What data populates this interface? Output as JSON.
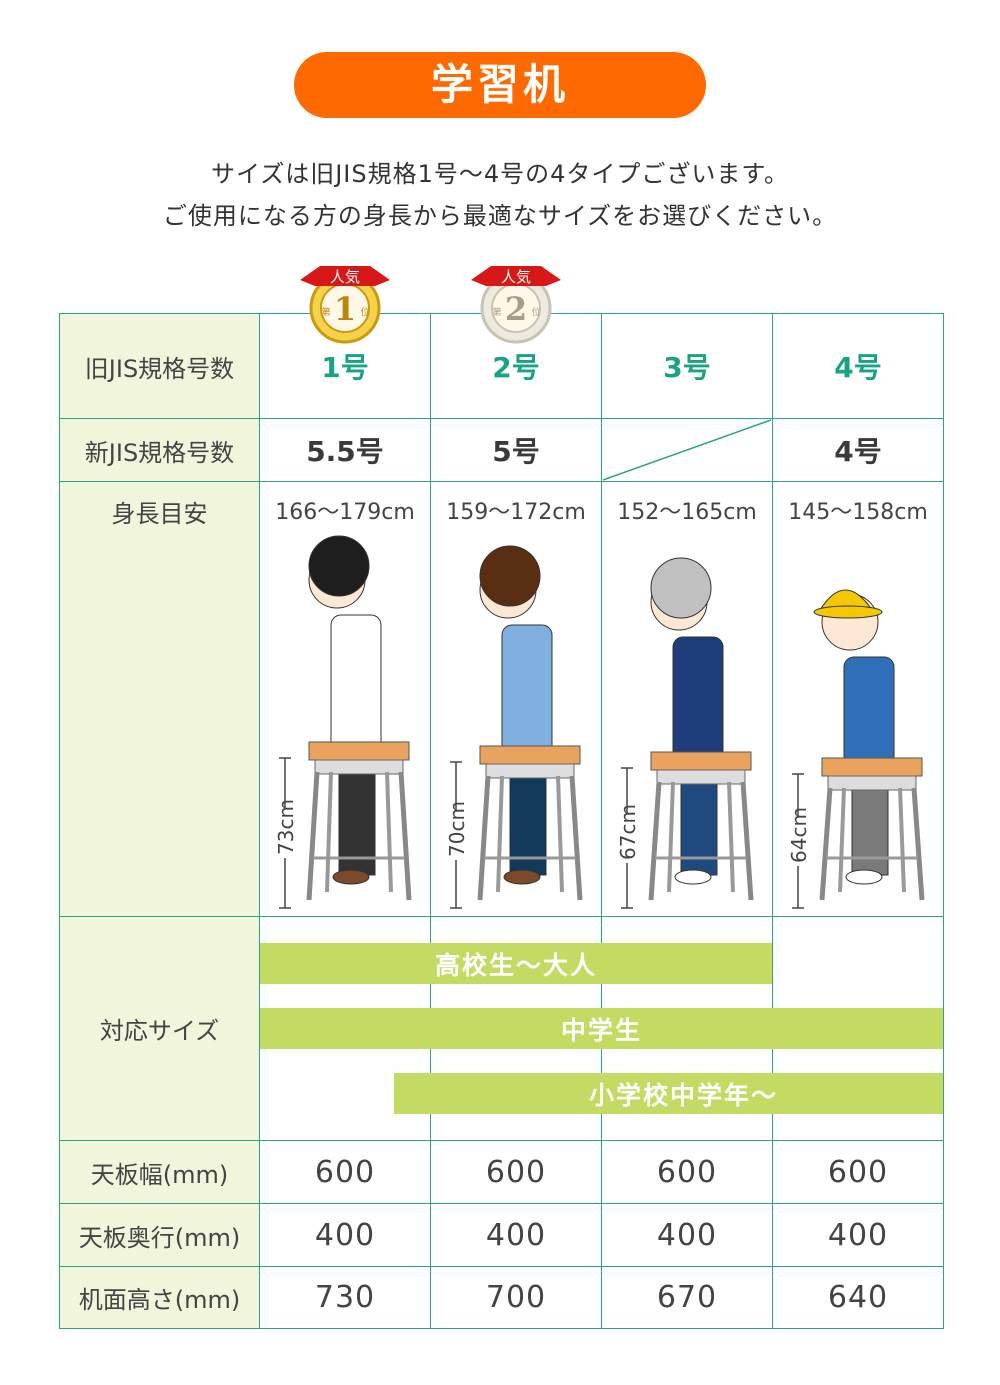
{
  "title": "学習机",
  "subtitle": [
    "サイズは旧JIS規格1号〜4号の4タイプございます。",
    "ご使用になる方の身長から最適なサイズをお選びください。"
  ],
  "badges": [
    {
      "ribbon": "人気",
      "rank": "1",
      "prefix": "第",
      "suffix": "位",
      "tone": "gold"
    },
    {
      "ribbon": "人気",
      "rank": "2",
      "prefix": "第",
      "suffix": "位",
      "tone": "silver"
    }
  ],
  "row_labels": {
    "old_jis": "旧JIS規格号数",
    "new_jis": "新JIS規格号数",
    "height": "身長目安",
    "size": "対応サイズ",
    "width": "天板幅(mm)",
    "depth": "天板奥行(mm)",
    "desk_height": "机面高さ(mm)"
  },
  "columns": [
    {
      "old_jis": "1号",
      "new_jis": "5.5号",
      "height_range": "166〜179cm",
      "desk_cm": "73cm",
      "width": "600",
      "depth": "400",
      "desk_height": "730",
      "figure": {
        "hair": "#1e1e1e",
        "top": "#ffffff",
        "pants": "#333333",
        "shoes": "#7a4a2a"
      }
    },
    {
      "old_jis": "2号",
      "new_jis": "5号",
      "height_range": "159〜172cm",
      "desk_cm": "70cm",
      "width": "600",
      "depth": "400",
      "desk_height": "700",
      "figure": {
        "hair": "#5a2e12",
        "top": "#7fb0e0",
        "pants": "#12385a",
        "shoes": "#7a4a2a"
      }
    },
    {
      "old_jis": "3号",
      "new_jis": "",
      "height_range": "152〜165cm",
      "desk_cm": "67cm",
      "width": "600",
      "depth": "400",
      "desk_height": "670",
      "figure": {
        "hair": "#c0c0c0",
        "top": "#1f3d7a",
        "pants": "#1f4a80",
        "shoes": "#ffffff"
      }
    },
    {
      "old_jis": "4号",
      "new_jis": "4号",
      "height_range": "145〜158cm",
      "desk_cm": "64cm",
      "width": "600",
      "depth": "400",
      "desk_height": "640",
      "figure": {
        "hair": "#f3c800",
        "top": "#2f6fb8",
        "pants": "#7a7a7a",
        "shoes": "#ffffff"
      }
    }
  ],
  "size_bars": [
    "高校生〜大人",
    "中学生",
    "小学校中学年〜"
  ],
  "colors": {
    "accent": "#ff6a00",
    "grid": "#2aa58a",
    "header_text": "#1aa383",
    "label_bg": "#f1f5dc",
    "bar": "#c3da63",
    "desk_top": "#e9a35e"
  }
}
